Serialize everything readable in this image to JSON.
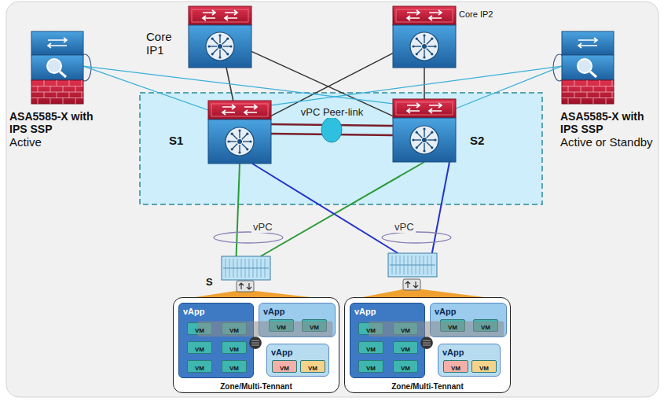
{
  "diagram": {
    "nodes": [
      {
        "text": [
          "Core IP1"
        ]
      },
      {
        "text": [
          "Core IP2"
        ]
      },
      {
        "text": [
          "ASA5585-X with IPS SSP",
          "Active"
        ]
      },
      {
        "text": [
          "S1"
        ]
      },
      {
        "text": [
          "S2"
        ]
      },
      {
        "text": [
          "ASA5585-X with IPS SSP",
          "Active or Standby"
        ]
      },
      {
        "text": [
          "S"
        ]
      },
      {
        "text": []
      },
      {
        "text": [
          "Zone/Multi-Tennant"
        ]
      },
      {
        "text": [
          "vApp"
        ],
        "in": 8
      },
      {
        "text": [
          "VM"
        ],
        "in": 9
      },
      {
        "text": [
          "VM"
        ],
        "in": 9
      },
      {
        "text": [
          "VM"
        ],
        "in": 9
      },
      {
        "text": [
          "VM"
        ],
        "in": 9
      },
      {
        "text": [
          "VM"
        ],
        "in": 9
      },
      {
        "text": [
          "VM"
        ],
        "in": 9
      },
      {
        "text": [
          "vApp"
        ],
        "in": 8
      },
      {
        "text": [
          "VM"
        ],
        "in": 16
      },
      {
        "text": [
          "VM"
        ],
        "in": 16
      },
      {
        "text": [
          "vApp"
        ],
        "in": 8
      },
      {
        "text": [
          "VM"
        ],
        "in": 19
      },
      {
        "text": [
          "VM"
        ],
        "in": 19
      },
      {
        "text": [
          "Zone/Multi-Tennant"
        ]
      },
      {
        "text": [
          "vApp"
        ],
        "in": 22
      },
      {
        "text": [
          "VM"
        ],
        "in": 23
      },
      {
        "text": [
          "VM"
        ],
        "in": 23
      },
      {
        "text": [
          "VM"
        ],
        "in": 23
      },
      {
        "text": [
          "VM"
        ],
        "in": 23
      },
      {
        "text": [
          "VM"
        ],
        "in": 23
      },
      {
        "text": [
          "VM"
        ],
        "in": 23
      },
      {
        "text": [
          "vApp"
        ],
        "in": 22
      },
      {
        "text": [
          "VM"
        ],
        "in": 30
      },
      {
        "text": [
          "VM"
        ],
        "in": 30
      },
      {
        "text": [
          "vApp"
        ],
        "in": 22
      },
      {
        "text": [
          "VM"
        ],
        "in": 33
      },
      {
        "text": [
          "VM"
        ],
        "in": 33
      }
    ],
    "edges": [
      {
        "from": 0,
        "to": 3,
        "arrow": "none"
      },
      {
        "from": 0,
        "to": 4,
        "arrow": "none"
      },
      {
        "from": 1,
        "to": 3,
        "arrow": "none"
      },
      {
        "from": 1,
        "to": 4,
        "arrow": "none"
      },
      {
        "from": 3,
        "to": 4,
        "label": "vPC Peer-link",
        "arrow": "none"
      },
      {
        "from": 2,
        "to": 3,
        "arrow": "none"
      },
      {
        "from": 2,
        "to": 4,
        "arrow": "none"
      },
      {
        "from": 5,
        "to": 3,
        "arrow": "none"
      },
      {
        "from": 5,
        "to": 4,
        "arrow": "none"
      },
      {
        "from": 3,
        "to": 6,
        "arrow": "none"
      },
      {
        "from": 4,
        "to": 6,
        "arrow": "none"
      },
      {
        "from": 3,
        "to": 7,
        "arrow": "none"
      },
      {
        "from": 4,
        "to": 7,
        "arrow": "none"
      }
    ],
    "labels": [
      "vPC",
      "vPC"
    ]
  }
}
